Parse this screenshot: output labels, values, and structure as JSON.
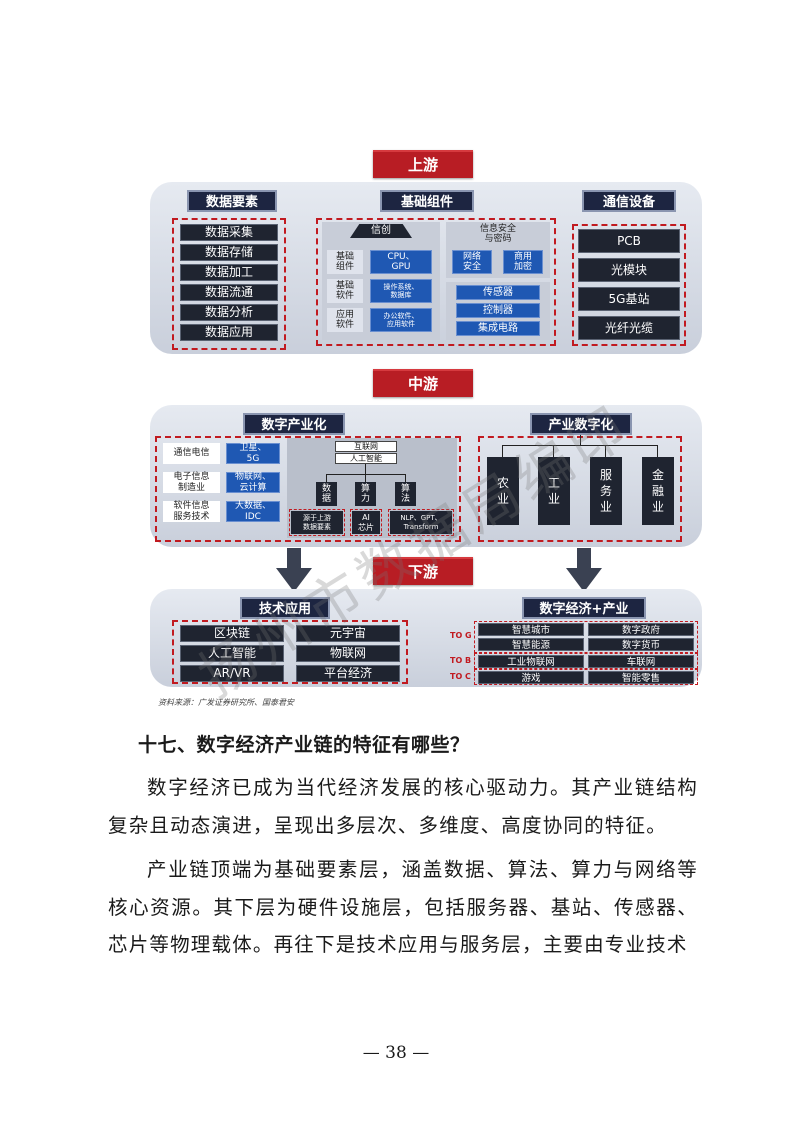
{
  "diagram": {
    "stages": {
      "upstream": "上游",
      "midstream": "中游",
      "downstream": "下游"
    },
    "upstream": {
      "data_elements": {
        "title": "数据要素",
        "items": [
          "数据采集",
          "数据存储",
          "数据加工",
          "数据流通",
          "数据分析",
          "数据应用"
        ]
      },
      "base_components": {
        "title": "基础组件",
        "xinchuang": {
          "title": "信创",
          "rows": [
            {
              "label": "基础\n组件",
              "value": "CPU、\nGPU"
            },
            {
              "label": "基础\n软件",
              "value": "操作系统、\n数据库"
            },
            {
              "label": "应用\n软件",
              "value": "办公软件、\n应用软件"
            }
          ]
        },
        "info_security": {
          "title": "信息安全\n与密码",
          "items": [
            "网络\n安全",
            "商用\n加密"
          ]
        },
        "hardware": [
          "传感器",
          "控制器",
          "集成电路"
        ]
      },
      "comm_equipment": {
        "title": "通信设备",
        "items": [
          "PCB",
          "光模块",
          "5G基站",
          "光纤光缆"
        ]
      }
    },
    "midstream": {
      "digital_industrialization": {
        "title": "数字产业化",
        "left": [
          {
            "label": "通信电信",
            "value": "卫星、\n5G"
          },
          {
            "label": "电子信息\n制造业",
            "value": "物联网、\n云计算"
          },
          {
            "label": "软件信息\n服务技术",
            "value": "大数据、\nIDC"
          }
        ],
        "center": {
          "top": [
            "互联网",
            "人工智能"
          ],
          "nodes": [
            "数\n据",
            "算\n力",
            "算\n法"
          ],
          "bottom": [
            "源于上游\n数据要素",
            "AI\n芯片",
            "NLP、GPT、\nTransform"
          ]
        }
      },
      "industrial_digitalization": {
        "title": "产业数字化",
        "items": [
          "农\n业",
          "工\n业",
          "服\n务\n业",
          "金\n融\n业"
        ]
      }
    },
    "downstream": {
      "tech_applications": {
        "title": "技术应用",
        "items": [
          "区块链",
          "元宇宙",
          "人工智能",
          "物联网",
          "AR/VR",
          "平台经济"
        ]
      },
      "digital_economy_industry": {
        "title": "数字经济+产业",
        "groups": [
          {
            "label": "TO G",
            "items": [
              "智慧城市",
              "数字政府",
              "智慧能源",
              "数字货币"
            ]
          },
          {
            "label": "TO B",
            "items": [
              "工业物联网",
              "车联网"
            ]
          },
          {
            "label": "TO C",
            "items": [
              "游戏",
              "智能零售"
            ]
          }
        ]
      }
    },
    "source": "资料来源：广发证券研究所、国泰君安"
  },
  "watermark": "扬州市数据局编印",
  "section_heading": "十七、数字经济产业链的特征有哪些？",
  "paragraphs": [
    "数字经济已成为当代经济发展的核心驱动力。其产业链结构复杂且动态演进，呈现出多层次、多维度、高度协同的特征。",
    "产业链顶端为基础要素层，涵盖数据、算法、算力与网络等核心资源。其下层为硬件设施层，包括服务器、基站、传感器、芯片等物理载体。再往下是技术应用与服务层，主要由专业技术"
  ],
  "page_number": "— 38 —"
}
